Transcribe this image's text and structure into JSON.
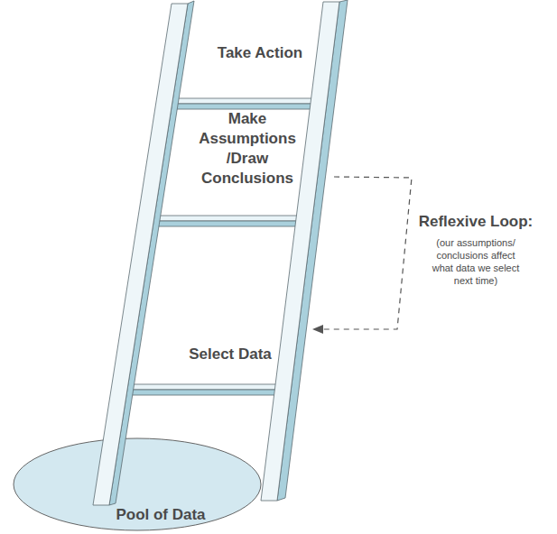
{
  "diagram": {
    "nodes": [
      {
        "text": [
          "Pool of Data"
        ]
      }
    ],
    "edges": [],
    "labels": [
      "Take Action",
      "Make Assumptions /Draw Conclusions",
      "Select Data",
      "Reflexive Loop:",
      "(our assumptions/ conclusions affect what data we select next time)"
    ]
  }
}
